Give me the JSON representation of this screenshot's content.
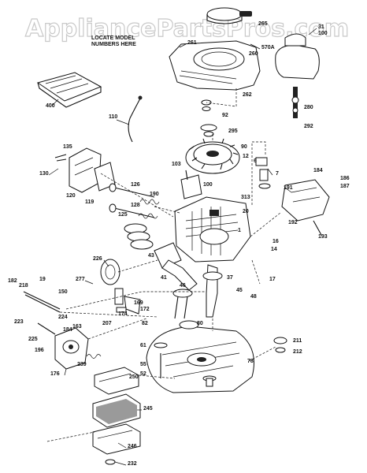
{
  "watermark": "AppliancePartsPros.com",
  "note": {
    "line1": "LOCATE MODEL",
    "line2": "NUMBERS HERE"
  },
  "part_numbers": {
    "p31": "31",
    "p100": "100",
    "p265": "265",
    "p261": "261",
    "p570A": "570A",
    "p260": "260",
    "p262": "262",
    "p400": "400",
    "p110": "110",
    "p280": "280",
    "p292": "292",
    "p92": "92",
    "p295": "295",
    "p135": "135",
    "p130": "130",
    "p120": "120",
    "p119": "119",
    "p90": "90",
    "p12": "12",
    "p6": "6",
    "p7": "7",
    "p103": "103",
    "p100b": "100",
    "p126": "126",
    "p125": "125",
    "p128": "128",
    "p190": "190",
    "p313": "313",
    "p20": "20",
    "p184": "184",
    "p186": "186",
    "p191": "191",
    "p187": "187",
    "p192": "192",
    "p193": "193",
    "p1": "1",
    "p16": "16",
    "p14": "14",
    "p17": "17",
    "p226": "226",
    "p43": "43",
    "p41": "41",
    "p46": "46",
    "p37": "37",
    "p45": "45",
    "p48": "48",
    "p182": "182",
    "p218": "218",
    "p19": "19",
    "p277": "277",
    "p150": "150",
    "p169": "169",
    "p172": "172",
    "p174": "174",
    "p82": "82",
    "p80": "80",
    "p223": "223",
    "p224": "224",
    "p207": "207",
    "p163": "163",
    "p184b": "184",
    "p225": "225",
    "p196": "196",
    "p176": "176",
    "p239": "239",
    "p61": "61",
    "p55": "55",
    "p52": "52",
    "p78": "78",
    "p211": "211",
    "p212": "212",
    "p250": "250",
    "p245": "245",
    "p246": "246",
    "p232": "232"
  }
}
